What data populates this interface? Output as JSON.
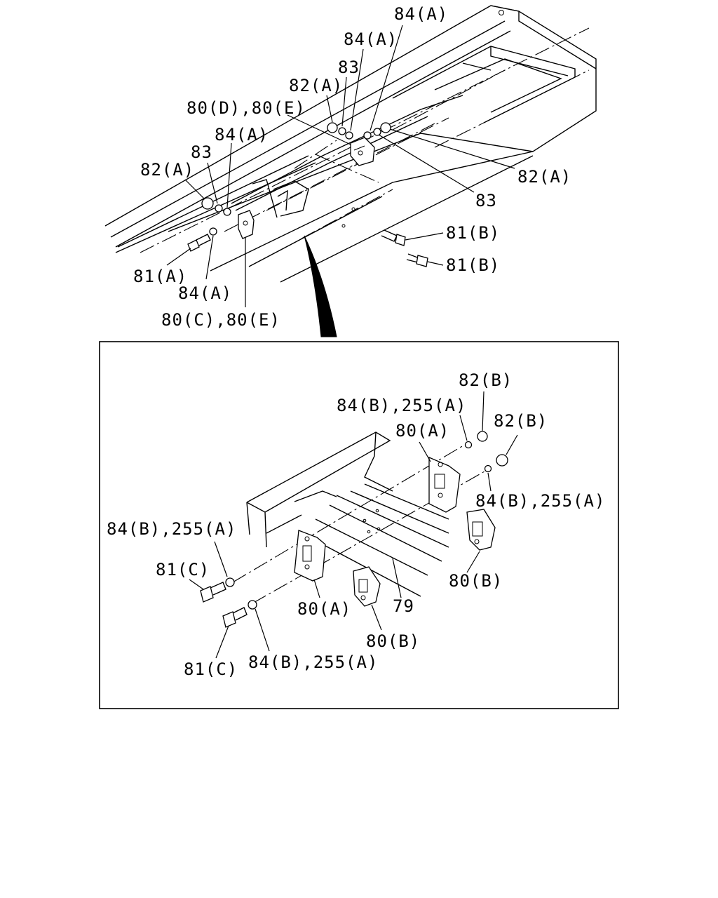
{
  "top_view": {
    "labels": {
      "l_84a_1": "84(A)",
      "l_84a_2": "84(A)",
      "l_83_1": "83",
      "l_82a_1": "82(A)",
      "l_80d_80e": "80(D),80(E)",
      "l_84a_3": "84(A)",
      "l_83_2": "83",
      "l_82a_2": "82(A)",
      "l_82a_3": "82(A)",
      "l_83_3": "83",
      "l_81b_1": "81(B)",
      "l_81b_2": "81(B)",
      "l_81a": "81(A)",
      "l_84a_4": "84(A)",
      "l_80c_80e": "80(C),80(E)"
    }
  },
  "detail_view": {
    "labels": {
      "l_82b_1": "82(B)",
      "l_84b_255a_1": "84(B),255(A)",
      "l_80a_1": "80(A)",
      "l_82b_2": "82(B)",
      "l_84b_255a_2": "84(B),255(A)",
      "l_84b_255a_3": "84(B),255(A)",
      "l_81c_1": "81(C)",
      "l_80b_1": "80(B)",
      "l_80a_2": "80(A)",
      "l_79": "79",
      "l_81c_2": "81(C)",
      "l_84b_255a_4": "84(B),255(A)",
      "l_80b_2": "80(B)"
    }
  }
}
